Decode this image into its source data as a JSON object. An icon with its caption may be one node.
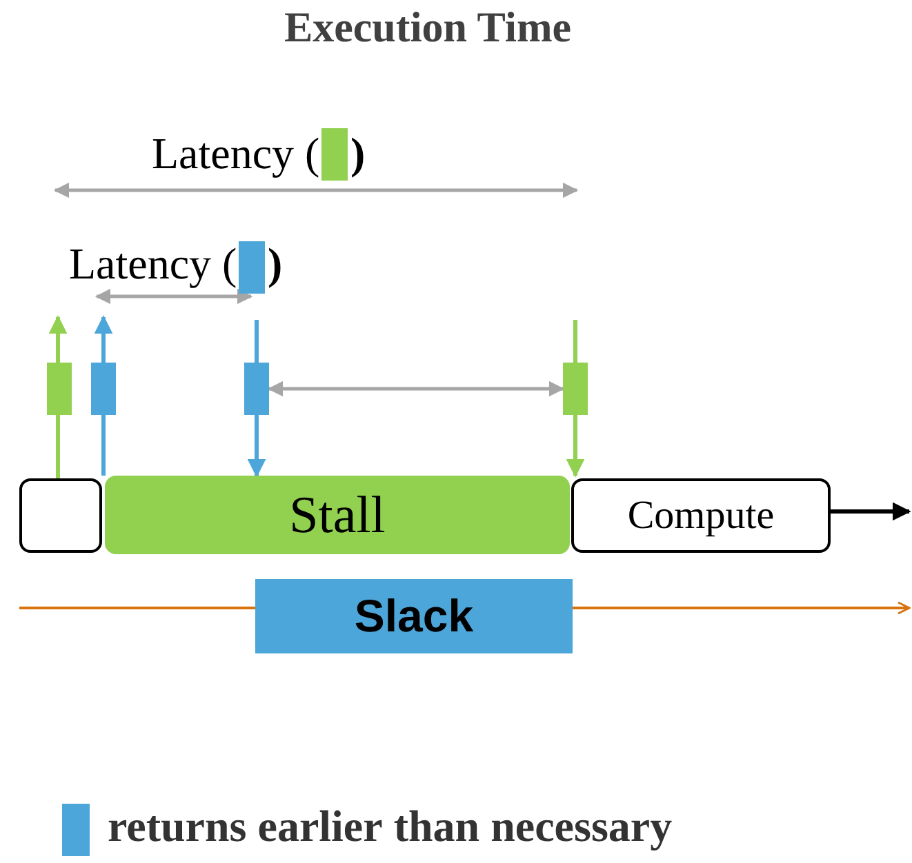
{
  "diagram": {
    "title": "Execution Time",
    "nodes": [
      {
        "text": [],
        "shape": "box"
      },
      {
        "text": [
          "Stall"
        ]
      },
      {
        "text": [
          "Compute"
        ]
      },
      {
        "text": [
          "Slack"
        ]
      },
      {
        "text": [],
        "shape": "bar"
      },
      {
        "text": [],
        "shape": "bar"
      },
      {
        "text": [],
        "shape": "bar"
      },
      {
        "text": [],
        "shape": "bar"
      }
    ],
    "edges": [
      {
        "from": 0,
        "to": 4,
        "arrow": "none",
        "color": "#92d050"
      },
      {
        "from": 4,
        "to": null,
        "arrow": "to",
        "color": "#92d050"
      },
      {
        "from": 1,
        "to": 5,
        "arrow": "none",
        "color": "#4da6d9"
      },
      {
        "from": 5,
        "to": null,
        "arrow": "to",
        "color": "#4da6d9"
      },
      {
        "from": null,
        "to": 6,
        "arrow": "none",
        "color": "#4da6d9"
      },
      {
        "from": 6,
        "to": 1,
        "arrow": "to",
        "color": "#4da6d9"
      },
      {
        "from": null,
        "to": 7,
        "arrow": "none",
        "color": "#92d050"
      },
      {
        "from": 7,
        "to": 1,
        "arrow": "to",
        "color": "#92d050"
      },
      {
        "from": 6,
        "to": 7,
        "arrow": "both",
        "color": "#a6a6a6"
      },
      {
        "from": 2,
        "to": null,
        "arrow": "to",
        "color": "#000000"
      },
      {
        "from": null,
        "to": 3,
        "arrow": "none",
        "color": "#d9730d"
      },
      {
        "from": 3,
        "to": null,
        "arrow": "to",
        "color": "#d9730d"
      }
    ],
    "labels": [
      "Latency (",
      ")",
      "Latency (",
      ")"
    ],
    "legend": [
      {
        "text": "returns **earlier** than necessary",
        "color": "#4da6d9"
      }
    ]
  }
}
